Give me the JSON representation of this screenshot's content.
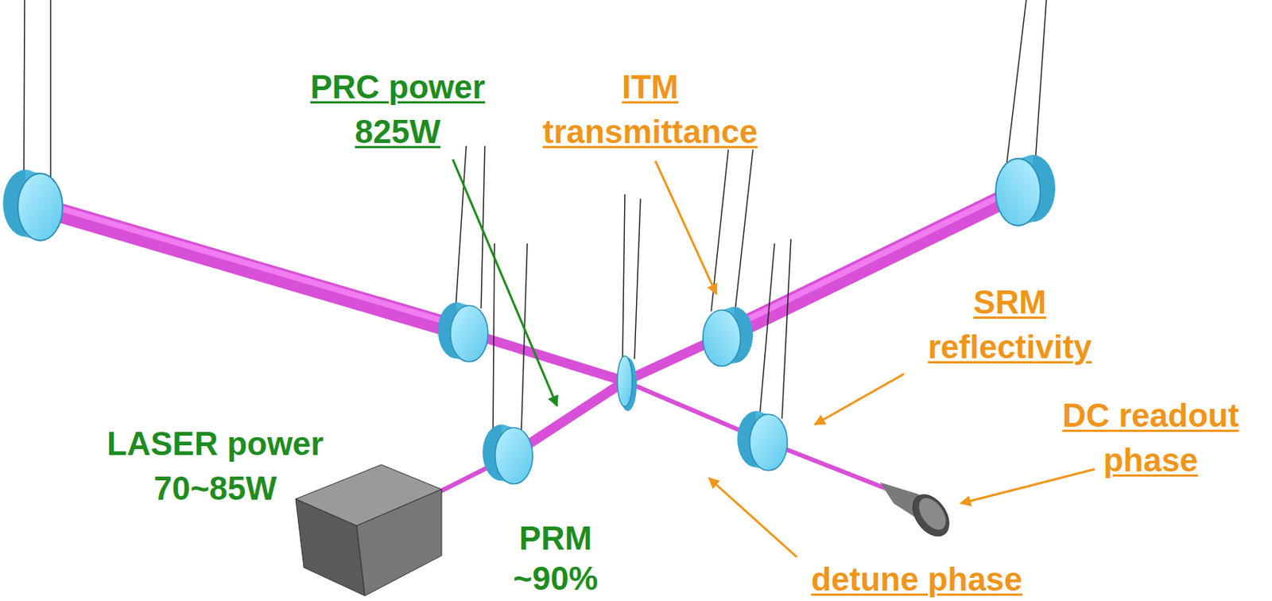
{
  "diagram": {
    "labels": [
      "PRC power 825W",
      "ITM transmittance",
      "SRM reflectivity",
      "LASER power 70~85W",
      "DC readout phase",
      "PRM ~90%",
      "detune phase"
    ]
  }
}
